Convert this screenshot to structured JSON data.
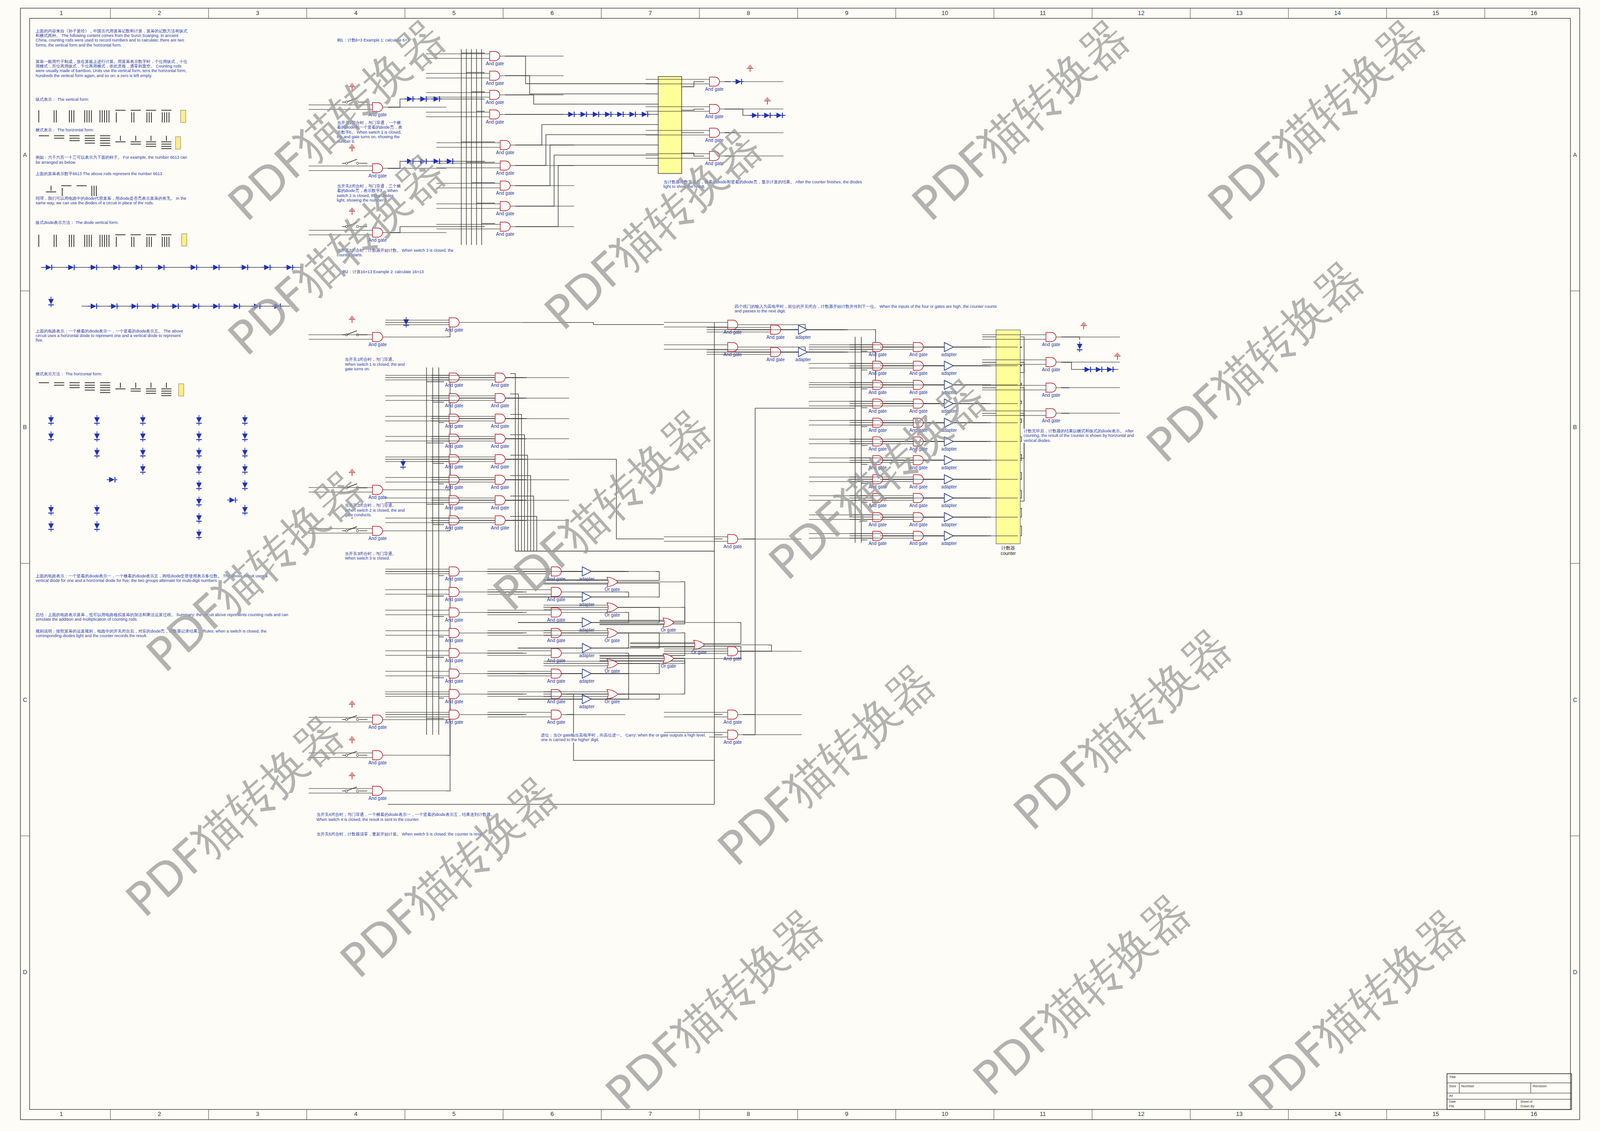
{
  "diagram": {
    "nodes": [
      {
        "text": [
          "计数器 counter"
        ]
      },
      {
        "text": [
          "And gate"
        ]
      },
      {
        "text": [
          "And gate"
        ]
      },
      {
        "text": [
          "And gate"
        ]
      },
      {
        "text": [
          "And gate"
        ]
      },
      {
        "text": [
          "And gate"
        ]
      },
      {
        "text": [
          "And gate"
        ]
      },
      {
        "text": [
          "And gate"
        ]
      },
      {
        "text": [
          "And gate"
        ]
      },
      {
        "text": [
          "And gate"
        ]
      },
      {
        "text": [
          "And gate"
        ]
      },
      {
        "text": [
          "And gate"
        ]
      },
      {
        "text": [
          "And gate"
        ]
      },
      {
        "text": [
          "And gate"
        ]
      },
      {
        "text": [
          "And gate"
        ]
      },
      {
        "text": [
          "And gate"
        ]
      },
      {
        "text": [
          "And gate"
        ]
      },
      {
        "text": [
          "And gate"
        ]
      },
      {
        "text": [
          "And gate"
        ]
      },
      {
        "text": [
          "And gate"
        ]
      },
      {
        "text": [
          "And gate"
        ]
      },
      {
        "text": [
          "And gate"
        ]
      },
      {
        "text": [
          "And gate"
        ]
      },
      {
        "text": [
          "And gate"
        ]
      },
      {
        "text": [
          "And gate"
        ]
      },
      {
        "text": [
          "And gate"
        ]
      },
      {
        "text": [
          "And gate"
        ]
      },
      {
        "text": [
          "And gate"
        ]
      },
      {
        "text": [
          "And gate"
        ]
      },
      {
        "text": [
          "And gate"
        ]
      },
      {
        "text": [
          "And gate"
        ]
      },
      {
        "text": [
          "And gate"
        ]
      },
      {
        "text": [
          "And gate"
        ]
      },
      {
        "text": [
          "And gate"
        ]
      },
      {
        "text": [
          "And gate"
        ]
      },
      {
        "text": [
          "And gate"
        ]
      },
      {
        "text": [
          "And gate"
        ]
      },
      {
        "text": [
          "And gate"
        ]
      },
      {
        "text": [
          "And gate"
        ]
      },
      {
        "text": [
          "And gate"
        ]
      },
      {
        "text": [
          "And gate"
        ]
      },
      {
        "text": [
          "And gate"
        ]
      },
      {
        "text": [
          "And gate"
        ]
      },
      {
        "text": [
          "And gate"
        ]
      },
      {
        "text": [
          "And gate"
        ]
      },
      {
        "text": [
          "And gate"
        ]
      },
      {
        "text": [
          "And gate"
        ]
      },
      {
        "text": [
          "And gate"
        ]
      },
      {
        "text": [
          "And gate"
        ]
      },
      {
        "text": [
          "And gate"
        ]
      },
      {
        "text": [
          "And gate"
        ]
      },
      {
        "text": [
          "And gate"
        ]
      },
      {
        "text": [
          "And gate"
        ]
      },
      {
        "text": [
          "And gate"
        ]
      },
      {
        "text": [
          "And gate"
        ]
      },
      {
        "text": [
          "And gate"
        ]
      },
      {
        "text": [
          "And gate"
        ]
      },
      {
        "text": [
          "And gate"
        ]
      },
      {
        "text": [
          "And gate"
        ]
      },
      {
        "text": [
          "And gate"
        ]
      },
      {
        "text": [
          "adapter"
        ]
      },
      {
        "text": [
          "adapter"
        ]
      },
      {
        "text": [
          "adapter"
        ]
      },
      {
        "text": [
          "adapter"
        ]
      },
      {
        "text": [
          "adapter"
        ]
      },
      {
        "text": [
          "adapter"
        ]
      },
      {
        "text": [
          "adapter"
        ]
      },
      {
        "text": [
          "adapter"
        ]
      },
      {
        "text": [
          "adapter"
        ]
      },
      {
        "text": [
          "adapter"
        ]
      },
      {
        "text": [
          "adapter"
        ]
      },
      {
        "text": [
          "adapter"
        ]
      },
      {
        "text": [
          "adapter"
        ]
      },
      {
        "text": [
          "And gate"
        ]
      },
      {
        "text": [
          "And gate"
        ]
      },
      {
        "text": [
          "And gate"
        ]
      },
      {
        "text": [
          "And gate"
        ]
      },
      {
        "text": [
          "And gate"
        ]
      },
      {
        "text": [
          "And gate"
        ]
      },
      {
        "text": [
          "And gate"
        ]
      },
      {
        "text": [
          "And gate"
        ]
      },
      {
        "text": [
          "And gate"
        ]
      },
      {
        "text": [
          "And gate"
        ]
      },
      {
        "text": [
          "And gate"
        ]
      },
      {
        "text": [
          "And gate"
        ]
      },
      {
        "text": [
          "And gate"
        ]
      },
      {
        "text": [
          "And gate"
        ]
      },
      {
        "text": [
          "And gate"
        ]
      },
      {
        "text": [
          "And gate"
        ]
      },
      {
        "text": [
          "And gate"
        ]
      },
      {
        "text": [
          "And gate"
        ]
      },
      {
        "text": [
          "And gate"
        ]
      },
      {
        "text": [
          "And gate"
        ]
      },
      {
        "text": [
          "adapter"
        ]
      },
      {
        "text": [
          "adapter"
        ]
      },
      {
        "text": [
          "adapter"
        ]
      },
      {
        "text": [
          "adapter"
        ]
      },
      {
        "text": [
          "adapter"
        ]
      },
      {
        "text": [
          "adapter"
        ]
      },
      {
        "text": [
          "Or gate"
        ]
      },
      {
        "text": [
          "Or gate"
        ]
      },
      {
        "text": [
          "Or gate"
        ]
      },
      {
        "text": [
          "Or gate"
        ]
      },
      {
        "text": [
          "Or gate"
        ]
      },
      {
        "text": [
          "Or gate"
        ]
      },
      {
        "text": [
          "Or gate"
        ]
      },
      {
        "text": [
          "Or gate"
        ]
      },
      {
        "text": [
          "And gate"
        ]
      },
      {
        "text": [
          "And gate"
        ]
      },
      {
        "text": [
          "And gate"
        ]
      },
      {
        "text": [
          "And gate"
        ]
      },
      {
        "text": [
          "And gate"
        ]
      },
      {
        "text": [
          "And gate"
        ]
      },
      {
        "text": [
          "And gate"
        ]
      },
      {
        "text": [
          "And gate"
        ]
      },
      {
        "text": [
          "And gate"
        ]
      },
      {
        "text": [
          "And gate"
        ]
      }
    ],
    "edges": [
      {
        "from": 38,
        "to": 49,
        "arrow": "none"
      },
      {
        "from": 39,
        "to": 50,
        "arrow": "none"
      },
      {
        "from": 40,
        "to": 51,
        "arrow": "none"
      },
      {
        "from": 41,
        "to": 52,
        "arrow": "none"
      },
      {
        "from": 42,
        "to": 53,
        "arrow": "none"
      },
      {
        "from": 43,
        "to": 54,
        "arrow": "none"
      },
      {
        "from": 44,
        "to": 55,
        "arrow": "none"
      },
      {
        "from": 45,
        "to": 56,
        "arrow": "none"
      },
      {
        "from": 46,
        "to": 57,
        "arrow": "none"
      },
      {
        "from": 47,
        "to": 58,
        "arrow": "none"
      },
      {
        "from": 48,
        "to": 59,
        "arrow": "none"
      },
      {
        "from": 49,
        "to": 60,
        "arrow": "none"
      },
      {
        "from": 50,
        "to": 61,
        "arrow": "none"
      },
      {
        "from": 51,
        "to": 62,
        "arrow": "none"
      },
      {
        "from": 52,
        "to": 63,
        "arrow": "none"
      },
      {
        "from": 53,
        "to": 64,
        "arrow": "none"
      },
      {
        "from": 54,
        "to": 65,
        "arrow": "none"
      },
      {
        "from": 55,
        "to": 66,
        "arrow": "none"
      },
      {
        "from": 56,
        "to": 67,
        "arrow": "none"
      },
      {
        "from": 57,
        "to": 68,
        "arrow": "none"
      },
      {
        "from": 58,
        "to": 69,
        "arrow": "none"
      },
      {
        "from": 59,
        "to": 70,
        "arrow": "none"
      },
      {
        "from": 60,
        "to": 0,
        "arrow": "none"
      },
      {
        "from": 61,
        "to": 0,
        "arrow": "none"
      },
      {
        "from": 62,
        "to": 0,
        "arrow": "none"
      },
      {
        "from": 63,
        "to": 0,
        "arrow": "none"
      },
      {
        "from": 64,
        "to": 0,
        "arrow": "none"
      },
      {
        "from": 65,
        "to": 0,
        "arrow": "none"
      },
      {
        "from": 66,
        "to": 0,
        "arrow": "none"
      },
      {
        "from": 67,
        "to": 0,
        "arrow": "none"
      },
      {
        "from": 68,
        "to": 0,
        "arrow": "none"
      },
      {
        "from": 69,
        "to": 0,
        "arrow": "none"
      },
      {
        "from": 70,
        "to": 0,
        "arrow": "none"
      },
      {
        "from": 0,
        "to": 73,
        "arrow": "none"
      },
      {
        "from": 0,
        "to": 74,
        "arrow": "none"
      },
      {
        "from": 0,
        "to": 75,
        "arrow": "none"
      },
      {
        "from": 0,
        "to": 76,
        "arrow": "none"
      },
      {
        "from": 34,
        "to": 36,
        "arrow": "none"
      },
      {
        "from": 35,
        "to": 37,
        "arrow": "none"
      },
      {
        "from": 36,
        "to": 71,
        "arrow": "none"
      },
      {
        "from": 37,
        "to": 72,
        "arrow": "none"
      },
      {
        "from": 71,
        "to": 38,
        "arrow": "none"
      },
      {
        "from": 72,
        "to": 40,
        "arrow": "none"
      },
      {
        "from": 17,
        "to": 34,
        "arrow": "none"
      },
      {
        "from": 18,
        "to": 26,
        "arrow": "none"
      },
      {
        "from": 19,
        "to": 27,
        "arrow": "none"
      },
      {
        "from": 20,
        "to": 28,
        "arrow": "none"
      },
      {
        "from": 21,
        "to": 29,
        "arrow": "none"
      },
      {
        "from": 22,
        "to": 30,
        "arrow": "none"
      },
      {
        "from": 23,
        "to": 31,
        "arrow": "none"
      },
      {
        "from": 24,
        "to": 32,
        "arrow": "none"
      },
      {
        "from": 25,
        "to": 33,
        "arrow": "none"
      },
      {
        "from": 77,
        "to": 85,
        "arrow": "none"
      },
      {
        "from": 78,
        "to": 86,
        "arrow": "none"
      },
      {
        "from": 79,
        "to": 87,
        "arrow": "none"
      },
      {
        "from": 80,
        "to": 88,
        "arrow": "none"
      },
      {
        "from": 81,
        "to": 89,
        "arrow": "none"
      },
      {
        "from": 82,
        "to": 90,
        "arrow": "none"
      },
      {
        "from": 83,
        "to": 91,
        "arrow": "none"
      },
      {
        "from": 84,
        "to": 92,
        "arrow": "none"
      },
      {
        "from": 85,
        "to": 93,
        "arrow": "none"
      },
      {
        "from": 86,
        "to": 94,
        "arrow": "none"
      },
      {
        "from": 87,
        "to": 95,
        "arrow": "none"
      },
      {
        "from": 88,
        "to": 96,
        "arrow": "none"
      },
      {
        "from": 89,
        "to": 97,
        "arrow": "none"
      },
      {
        "from": 90,
        "to": 98,
        "arrow": "none"
      },
      {
        "from": 93,
        "to": 99,
        "arrow": "none"
      },
      {
        "from": 94,
        "to": 99,
        "arrow": "none"
      },
      {
        "from": 95,
        "to": 100,
        "arrow": "none"
      },
      {
        "from": 96,
        "to": 101,
        "arrow": "none"
      },
      {
        "from": 97,
        "to": 102,
        "arrow": "none"
      },
      {
        "from": 98,
        "to": 103,
        "arrow": "none"
      },
      {
        "from": 99,
        "to": 104,
        "arrow": "none"
      },
      {
        "from": 100,
        "to": 104,
        "arrow": "none"
      },
      {
        "from": 101,
        "to": 105,
        "arrow": "none"
      },
      {
        "from": 102,
        "to": 105,
        "arrow": "none"
      },
      {
        "from": 103,
        "to": 105,
        "arrow": "none"
      },
      {
        "from": 104,
        "to": 106,
        "arrow": "none"
      },
      {
        "from": 105,
        "to": 106,
        "arrow": "none"
      },
      {
        "from": 106,
        "to": 108,
        "arrow": "none"
      },
      {
        "from": 30,
        "to": 107,
        "arrow": "none"
      },
      {
        "from": 111,
        "to": 17,
        "arrow": "none"
      },
      {
        "from": 112,
        "to": 18,
        "arrow": "none"
      },
      {
        "from": 113,
        "to": 22,
        "arrow": "none"
      },
      {
        "from": 114,
        "to": 77,
        "arrow": "none"
      },
      {
        "from": 115,
        "to": 83,
        "arrow": "none"
      },
      {
        "from": 116,
        "to": 84,
        "arrow": "none"
      }
    ],
    "labels": [
      "1",
      "2",
      "3",
      "4",
      "5",
      "6",
      "7",
      "8",
      "9",
      "10",
      "11",
      "12",
      "13",
      "14",
      "15",
      "16",
      "1",
      "2",
      "3",
      "4",
      "5",
      "6",
      "7",
      "8",
      "9",
      "10",
      "11",
      "12",
      "13",
      "14",
      "15",
      "16",
      "A",
      "B",
      "C",
      "D",
      "A",
      "B",
      "C",
      "D",
      "上面的内容来自《孙子算经》，中国古代用算筹记数和计算，算筹的记数方法有纵式和横式两种。 The following content comes from the Sunzi Suanjing. In ancient China, counting rods were used to record numbers and to calculate; there are two forms, the vertical form and the horizontal form.",
      "算筹一般用竹子制成，放在算板上进行计算。用算筹表示数字时，个位用纵式，十位用横式，百位再用纵式，千位再用横式，依此类推，遇零则置空。 Counting rods were usually made of bamboo. Units use the vertical form, tens the horizontal form, hundreds the vertical form again, and so on; a zero is left empty.",
      "纵式表示： The vertical form:",
      "横式表示： The horizontal form:",
      "例如：六千六百一十三可以表示为下面的样子。 For example, the number 6613 can be arranged as below.",
      "上面的算筹表示数字6613 The above rods represent the number 6613",
      "同理，我们可以用电路中的diode代替算筹，用diode是否亮表示算筹的有无。 In the same way, we can use the diodes of a circuit in place of the rods.",
      "纵式diode表示方法： The diode vertical form:",
      "上面的电路表示：一个横着的diode表示一，一个竖着的diode表示五。 The above circuit uses a horizontal diode to represent one and a vertical diode to represent five.",
      "横式表示方法： The horizontal form:",
      "上面的电路表示：一个竖着的diode表示一，一个横着的diode表示五，两组diode交替使用表示多位数。 The above circuit uses a vertical diode for one and a horizontal diode for five; the two groups alternate for multi-digit numbers.",
      "总结：上面的电路表示算筹，也可以用电路模拟算筹的加法和乘法运算过程。 Summary: the circuit above represents counting rods and can simulate the addition and multiplication of counting rods.",
      "规则说明：按照算筹的运算规则，电路中的开关闭合后，对应的diode亮，计数器记录结果。 Rules: when a switch is closed, the corresponding diodes light and the counter records the result.",
      "例1：计数6+3 Example 1: calculate 6+3",
      "当开关1闭合时，与门导通，一个横着的diode和一个竖着的diode亮，表示数字6。 When switch 1 is closed, the and gate turns on, showing the number 6.",
      "当开关2闭合时，与门导通，三个横着的diode亮，表示数字3。 When switch 2 is closed, three diodes light, showing the number 3.",
      "当开关3闭合时，计数器开始计数。 When switch 3 is closed, the counter starts.",
      "例2：计算16×13 Example 2: calculate 16×13",
      "当开关1闭合时，与门导通。 When switch 1 is closed, the and gate turns on.",
      "当开关2闭合时，与门导通。 When switch 2 is closed, the and gate conducts.",
      "当开关3闭合时，与门导通。 When switch 3 is closed.",
      "当开关4闭合时，与门导通，一个横着的diode表示一，一个竖着的diode表示五，结果送到计数器。 When switch 4 is closed, the result is sent to the counter.",
      "当开关5闭合时，计数器清零，重新开始计算。 When switch 5 is closed, the counter is reset.",
      "进位：当Or gate输出高电平时，向高位进一。 Carry: when the or gate outputs a high level, one is carried to the higher digit.",
      "四个或门的输入为高电平时，前位的开关闭合，计数器开始计数并传到下一位。 When the inputs of the four or gates are high, the counter counts and passes to the next digit.",
      "当计数器计数完成后，横着的diode和竖着的diode亮，显示计算的结果。 After the counter finishes, the diodes light to show the result.",
      "计数完毕后，计数器的结果以横式和纵式的diode表示。 After counting, the result of the counter is shown by horizontal and vertical diodes.",
      "Title",
      "Size",
      "Number",
      "Revision",
      "A4",
      "Date",
      "File",
      "Sheet of",
      "Drawn By",
      "PDF猫转换器",
      "PDF猫转换器",
      "PDF猫转换器",
      "PDF猫转换器",
      "PDF猫转换器",
      "PDF猫转换器",
      "PDF猫转换器",
      "PDF猫转换器",
      "PDF猫转换器",
      "PDF猫转换器",
      "PDF猫转换器",
      "PDF猫转换器",
      "PDF猫转换器",
      "PDF猫转换器",
      "PDF猫转换器",
      "PDF猫转换器"
    ]
  }
}
